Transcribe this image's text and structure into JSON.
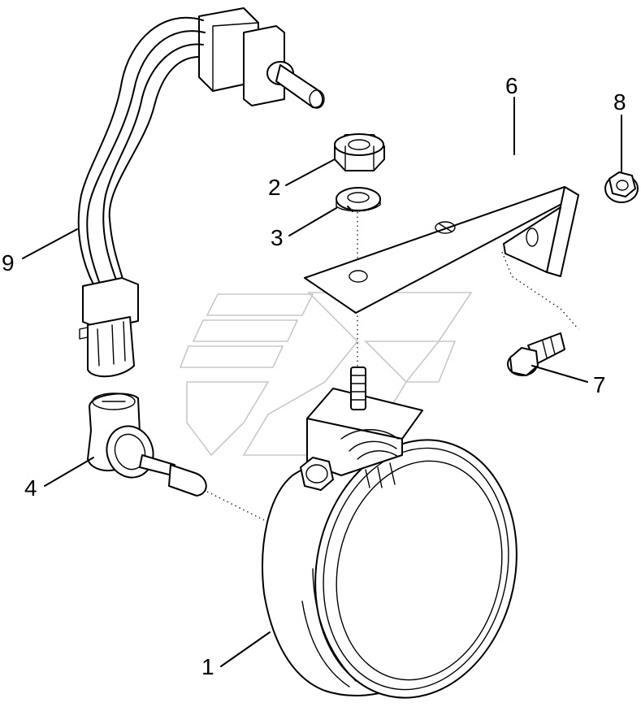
{
  "diagram": {
    "callouts": [
      {
        "id": "c1",
        "label": "1",
        "part": "work-lamp"
      },
      {
        "id": "c2",
        "label": "2",
        "part": "hex-nut"
      },
      {
        "id": "c3",
        "label": "3",
        "part": "lock-washer"
      },
      {
        "id": "c4",
        "label": "4",
        "part": "bulb-socket"
      },
      {
        "id": "c6",
        "label": "6",
        "part": "mounting-bracket"
      },
      {
        "id": "c7",
        "label": "7",
        "part": "flange-bolt"
      },
      {
        "id": "c8",
        "label": "8",
        "part": "flange-nut"
      },
      {
        "id": "c9",
        "label": "9",
        "part": "switch-harness"
      }
    ]
  }
}
